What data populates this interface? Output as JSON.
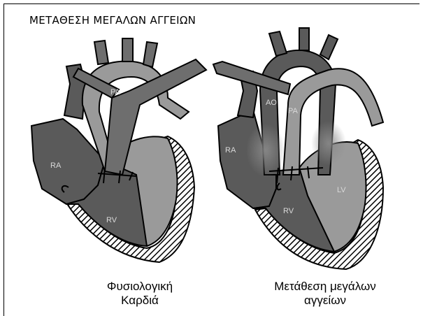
{
  "title": "ΜΕΤΑΘΕΣΗ ΜΕΓΑΛΩΝ ΑΓΓΕΙΩΝ",
  "normal_heart": {
    "caption_line1": "Φυσιολογική",
    "caption_line2": "Καρδιά",
    "labels": {
      "pa": "PA",
      "ra": "RA",
      "rv": "RV"
    }
  },
  "transposition_heart": {
    "caption_line1": "Μετάθεση μεγάλων",
    "caption_line2": "αγγείων",
    "labels": {
      "ao": "AO",
      "pa": "PA",
      "ra": "RA",
      "rv": "RV",
      "lv": "LV"
    }
  },
  "colors": {
    "dark_chamber": "#5a5a5a",
    "mid_vessel": "#6e6e6e",
    "light_vessel": "#9a9a9a",
    "outline": "#000000",
    "label": "#d9d9d9"
  }
}
